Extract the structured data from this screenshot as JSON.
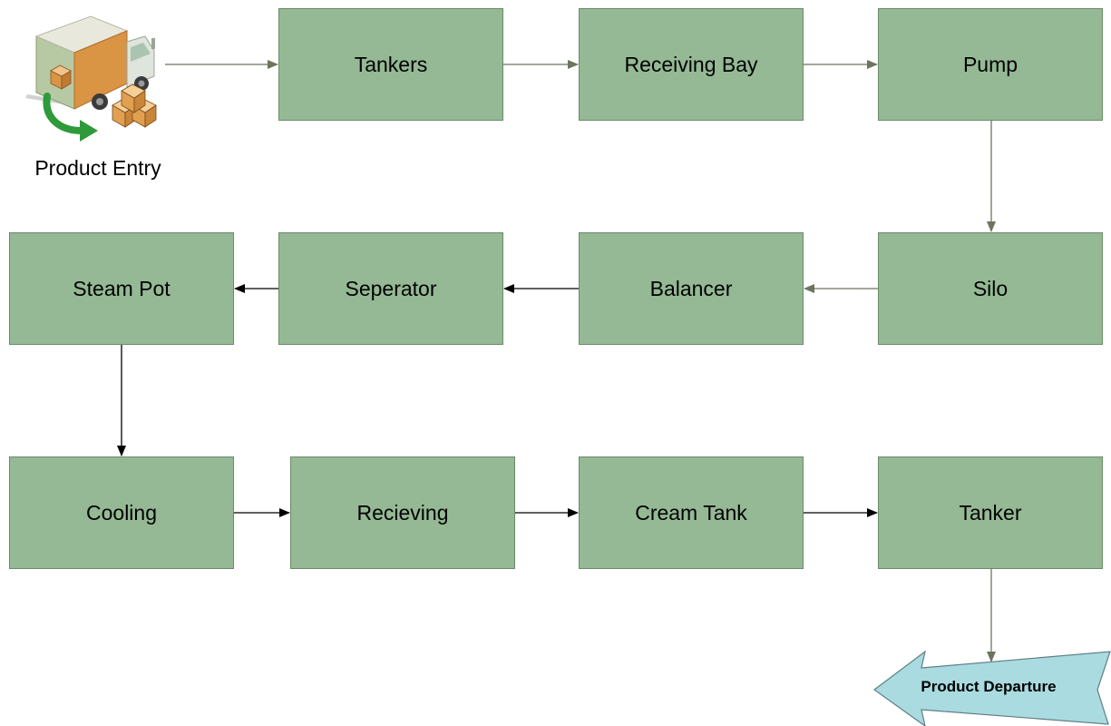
{
  "nodes": {
    "tankers": "Tankers",
    "receiving_bay": "Receiving Bay",
    "pump": "Pump",
    "silo": "Silo",
    "balancer": "Balancer",
    "seperator": "Seperator",
    "steam_pot": "Steam Pot",
    "cooling": "Cooling",
    "recieving": "Recieving",
    "cream_tank": "Cream Tank",
    "tanker": "Tanker"
  },
  "entry": {
    "label": "Product Entry",
    "icon": "delivery-truck-icon"
  },
  "departure": {
    "label": "Product Departure",
    "shape": "left-arrow"
  },
  "colors": {
    "box_fill": "#94b994",
    "box_border": "#6b8a6b",
    "connector_green": "#6b7560",
    "connector_black": "#000000",
    "departure_fill": "#a9dbe0"
  }
}
